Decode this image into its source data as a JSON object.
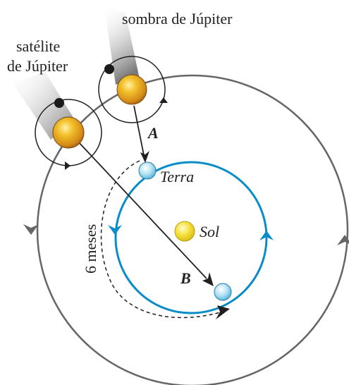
{
  "labels": {
    "shadow": "sombra de Júpiter",
    "satellite_line1": "satélite",
    "satellite_line2": "de Júpiter",
    "earth": "Terra",
    "sun": "Sol",
    "point_a": "A",
    "point_b": "B",
    "six_months": "6 meses"
  },
  "colors": {
    "jupiter_orbit": "#666666",
    "earth_orbit": "#0a8cc8",
    "jupiter_fill": "#e8a21a",
    "sun_fill": "#f2dc1e",
    "earth_fill": "#9fd6ee",
    "shadow": "#8a8a8a",
    "ink": "#231f20"
  }
}
